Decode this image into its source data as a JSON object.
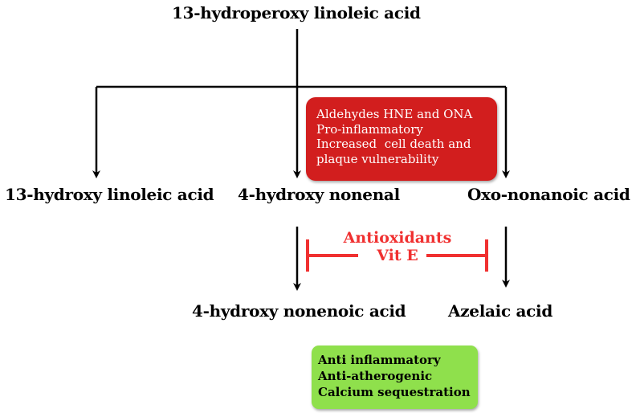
{
  "nodes": {
    "root": "13-hydroperoxy linoleic acid",
    "left": "13-hydroxy linoleic acid",
    "middle": "4-hydroxy nonenal",
    "right": "Oxo-nonanoic acid",
    "middle_product": "4-hydroxy nonenoic acid",
    "right_product": "Azelaic acid"
  },
  "red_box": {
    "lines": [
      "Aldehydes HNE and ONA",
      "Pro-inflammatory",
      "Increased  cell death and",
      "plaque vulnerability"
    ],
    "color": "#d21e1e"
  },
  "green_box": {
    "lines": [
      "Anti inflammatory",
      "Anti-atherogenic",
      "Calcium sequestration"
    ],
    "color": "#8fe04c"
  },
  "inhibitor": {
    "line1": "Antioxidants",
    "line2": "Vit E",
    "color": "#f03030"
  }
}
